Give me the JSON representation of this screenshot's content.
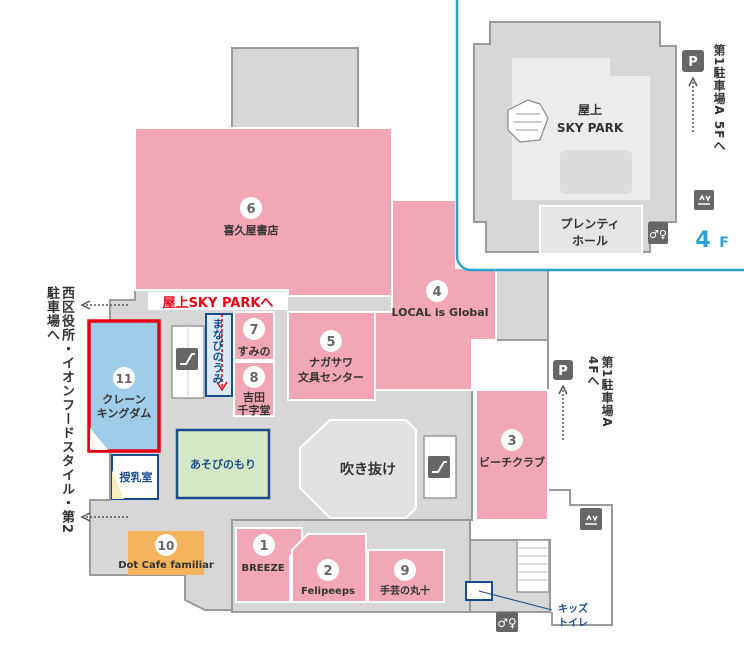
{
  "colors": {
    "shop": "#f2a7b6",
    "shop_light": "#f8c8d2",
    "building": "#d7d7d7",
    "wall": "#9a9a9a",
    "water_blue": "#9fcde9",
    "orange": "#f4b35c",
    "accent_red": "#e60012",
    "accent_blue": "#1a4b8c",
    "inset_border": "#2f9fce"
  },
  "floor_label": "4",
  "floor_suffix": "F",
  "rooftop_banner": "屋上SKY PARKへ",
  "inset": {
    "rooftop_line1": "屋上",
    "rooftop_line2": "SKY PARK",
    "hall_line1": "プレンティ",
    "hall_line2": "ホール",
    "parking_text": "第1駐車場A 5Fへ",
    "parking_badge": "P"
  },
  "side_labels": {
    "left": "西区役所・イオンフードスタイル・第2駐車場へ",
    "right": "第1駐車場A 4Fへ",
    "right_parking_badge": "P"
  },
  "shops": [
    {
      "num": "6",
      "name": "喜久屋書店"
    },
    {
      "num": "4",
      "name": "LOCAL is Global"
    },
    {
      "num": "5",
      "name_line1": "ナガサワ",
      "name_line2": "文具センター"
    },
    {
      "num": "7",
      "name": "すみの"
    },
    {
      "num": "8",
      "name_line1": "吉田",
      "name_line2": "千字堂"
    },
    {
      "num": "11",
      "name_line1": "クレーン",
      "name_line2": "キングダム"
    },
    {
      "num": "3",
      "name": "ビーチクラブ"
    },
    {
      "num": "10",
      "name": "Dot Cafe familiar"
    },
    {
      "num": "1",
      "name": "BREEZE"
    },
    {
      "num": "2",
      "name": "Felipeeps"
    },
    {
      "num": "9",
      "name": "手芸の丸十"
    }
  ],
  "facilities": {
    "manabi": "まなびのうみ",
    "asobi": "あそびのもり",
    "nursing": "授乳室",
    "atrium": "吹き抜け",
    "kids_toilet_line1": "キッズ",
    "kids_toilet_line2": "トイレ"
  }
}
